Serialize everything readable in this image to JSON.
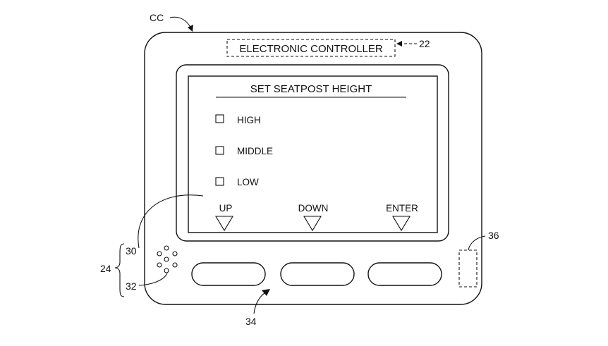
{
  "diagram": {
    "device_ref": "CC",
    "controller_label": "ELECTRONIC CONTROLLER",
    "controller_ref": "22",
    "screen_title": "SET SEATPOST HEIGHT",
    "options": [
      {
        "label": "HIGH"
      },
      {
        "label": "MIDDLE"
      },
      {
        "label": "LOW"
      }
    ],
    "soft_keys": [
      {
        "label": "UP"
      },
      {
        "label": "DOWN"
      },
      {
        "label": "ENTER"
      }
    ],
    "refs": {
      "display": "30",
      "speaker": "32",
      "assembly": "24",
      "buttons": "34",
      "component": "36"
    }
  }
}
